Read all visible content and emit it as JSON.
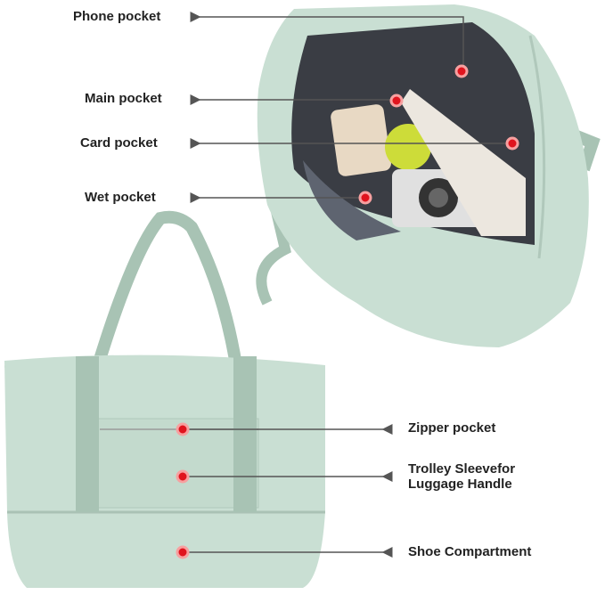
{
  "colors": {
    "bag": "#c9dfd3",
    "strap": "#a8c3b4",
    "interior": "#3a3d44",
    "dot": "#e0141e",
    "line": "#555555"
  },
  "callouts_top": [
    {
      "label": "Phone pocket"
    },
    {
      "label": "Main pocket"
    },
    {
      "label": "Card pocket"
    },
    {
      "label": "Wet pocket"
    }
  ],
  "callouts_bottom": [
    {
      "label": "Zipper pocket"
    },
    {
      "label": "Trolley Sleevefor",
      "label2": "Luggage Handle"
    },
    {
      "label": "Shoe Compartment"
    }
  ]
}
